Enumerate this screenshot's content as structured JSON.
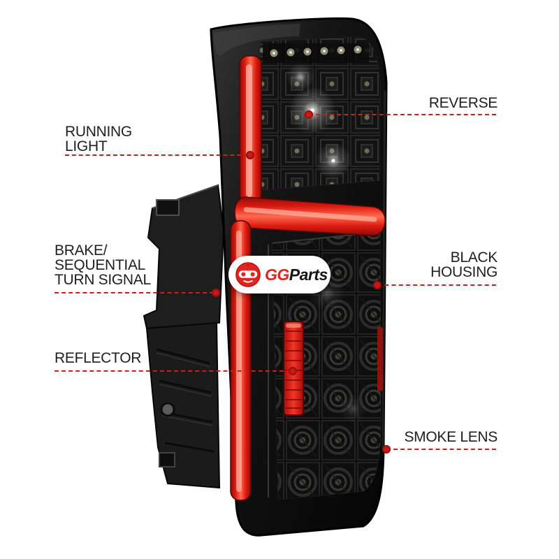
{
  "colors": {
    "callout_red": "#c5211d",
    "lamp_red": "#e01d14",
    "housing_black": "#0a0a0a",
    "text": "#1f1f1f",
    "background": "#ffffff"
  },
  "callouts": {
    "running_light": {
      "label": "RUNNING\nLIGHT",
      "side": "left"
    },
    "brake": {
      "label": "BRAKE/\nSEQUENTIAL\nTURN SIGNAL",
      "side": "left"
    },
    "reflector": {
      "label": "REFLECTOR",
      "side": "left"
    },
    "reverse": {
      "label": "REVERSE",
      "side": "right"
    },
    "black_housing": {
      "label": "BLACK\nHOUSING",
      "side": "right"
    },
    "smoke_lens": {
      "label": "SMOKE LENS",
      "side": "right"
    }
  },
  "watermark": {
    "brand": "GGParts",
    "brand_gg": "GG",
    "brand_rest": "Parts"
  }
}
